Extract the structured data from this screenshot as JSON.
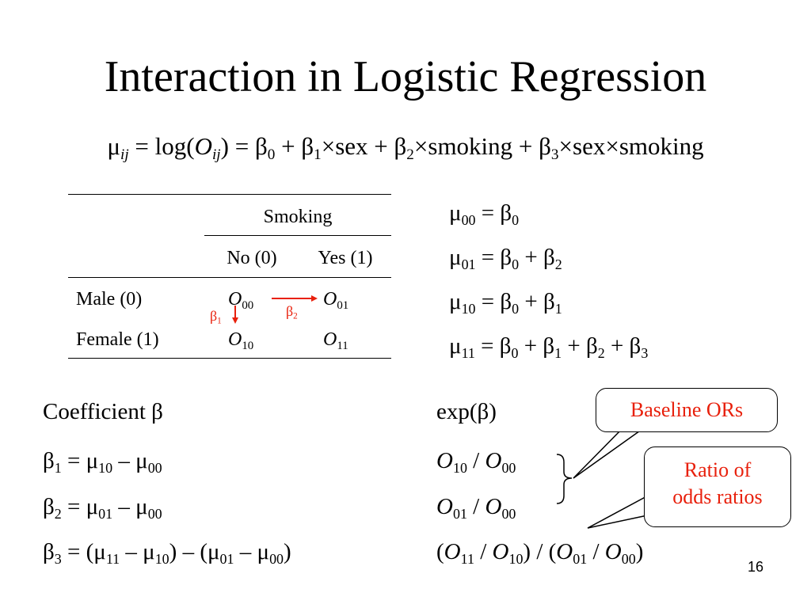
{
  "slide": {
    "title": "Interaction in Logistic Regression",
    "page_number": "16"
  },
  "equation": {
    "mu": "μ",
    "mu_sub": "ij",
    "eq1": " = log(",
    "O": "O",
    "O_sub": "ij",
    "eq2": ") = β",
    "b0": "0",
    "p1": " + β",
    "b1": "1",
    "t1": "×sex + β",
    "b2": "2",
    "t2": "×smoking + β",
    "b3": "3",
    "t3": "×sex×smoking"
  },
  "table": {
    "group_header": "Smoking",
    "col_no": "No (0)",
    "col_yes": "Yes (1)",
    "row_male": "Male (0)",
    "row_female": "Female (1)",
    "cell_O": "O",
    "sub_00": "00",
    "sub_01": "01",
    "sub_10": "10",
    "sub_11": "11",
    "beta1_label": "β",
    "beta1_sub": "1",
    "beta2_label": "β",
    "beta2_sub": "2"
  },
  "mu_equations": [
    {
      "lhs_sub": "00",
      "rhs": [
        "β",
        "0"
      ]
    },
    {
      "lhs_sub": "01",
      "rhs": [
        "β",
        "0",
        " + β",
        "2"
      ]
    },
    {
      "lhs_sub": "10",
      "rhs": [
        "β",
        "0",
        " + β",
        "1"
      ]
    },
    {
      "lhs_sub": "11",
      "rhs": [
        "β",
        "0",
        " + β",
        "1",
        " + β",
        "2",
        " + β",
        "3"
      ]
    }
  ],
  "coefficients": {
    "header": "Coefficient β",
    "exp_header": "exp(β)"
  },
  "callouts": {
    "baseline": "Baseline ORs",
    "ratio_line1": "Ratio of",
    "ratio_line2": "odds ratios"
  },
  "colors": {
    "accent_red": "#e8200c",
    "text": "#000000",
    "background": "#ffffff"
  }
}
